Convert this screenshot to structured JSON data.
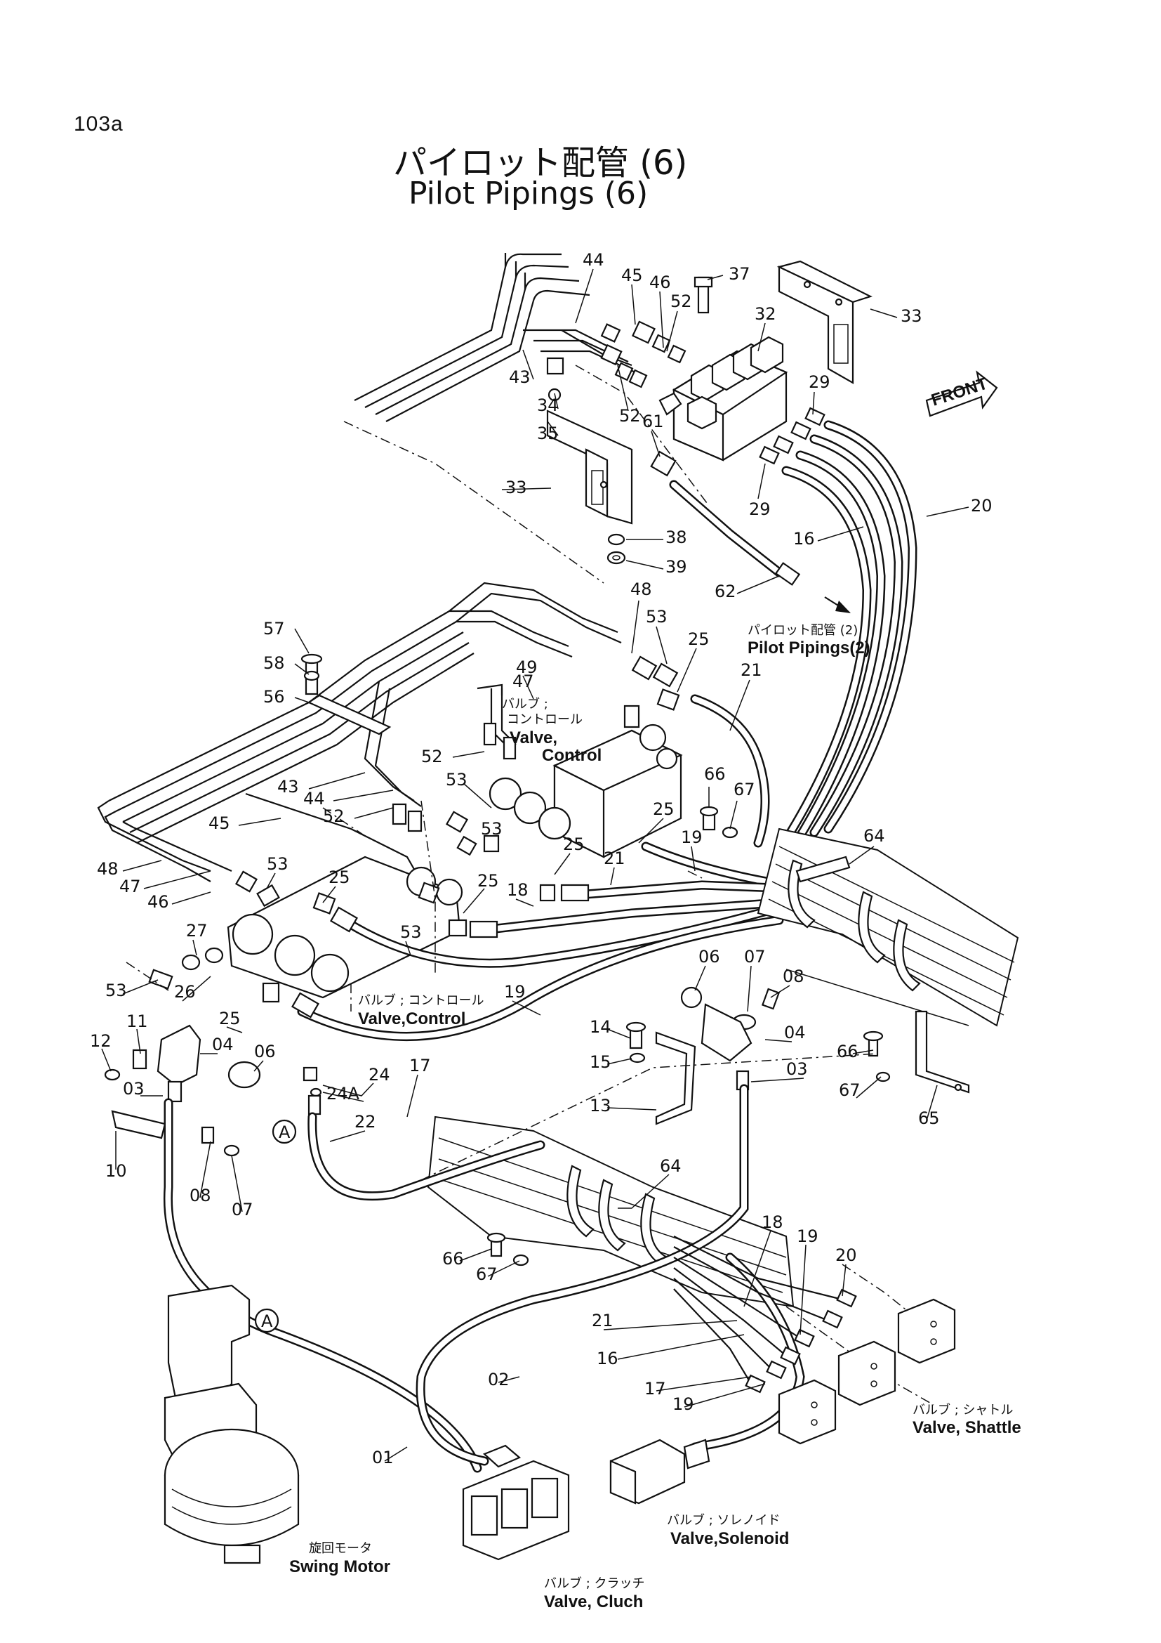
{
  "page_number": "103a",
  "title_jp": "パイロット配管 (6)",
  "title_en": "Pilot Pipings (6)",
  "front_label": "FRONT",
  "captions": {
    "pilot_ref_jp": "パイロット配管 (2)",
    "pilot_ref_en": "Pilot Pipings(2)",
    "control_top_jp1": "バルブ ;",
    "control_top_jp2": "コントロール",
    "control_top_en1": "Valve,",
    "control_top_en2": "Control",
    "control_low_jp": "バルブ ; コントロール",
    "control_low_en": "Valve,Control",
    "shuttle_jp": "バルブ ; シャトル",
    "shuttle_en": "Valve, Shattle",
    "solenoid_jp": "バルブ ; ソレノイド",
    "solenoid_en": "Valve,Solenoid",
    "clutch_jp": "バルブ ; クラッチ",
    "clutch_en": "Valve, Cluch",
    "swing_jp": "旋回モータ",
    "swing_en": "Swing Motor"
  },
  "markers": {
    "a1": "A",
    "a2": "A"
  },
  "callouts": {
    "c44a": "44",
    "c45a": "45",
    "c46a": "46",
    "c37": "37",
    "c52a": "52",
    "c32": "32",
    "c33a": "33",
    "c43a": "43",
    "c34": "34",
    "c35": "35",
    "c52b": "52",
    "c61": "61",
    "c29a": "29",
    "c33b": "33",
    "c29b": "29",
    "c20a": "20",
    "c16a": "16",
    "c38": "38",
    "c39": "39",
    "c62": "62",
    "c48a": "48",
    "c53a": "53",
    "c57": "57",
    "c25a": "25",
    "c58": "58",
    "c49": "49",
    "c47a": "47",
    "c21a": "21",
    "c56": "56",
    "c52c": "52",
    "c53b": "53",
    "c43b": "43",
    "c44b": "44",
    "c66a": "66",
    "c67a": "67",
    "c52d": "52",
    "c25b": "25",
    "c45b": "45",
    "c53c": "53",
    "c64a": "64",
    "c19a": "19",
    "c25c": "25",
    "c21b": "21",
    "c48b": "48",
    "c47b": "47",
    "c53d": "53",
    "c46b": "46",
    "c25d": "25",
    "c25e": "25",
    "c18a": "18",
    "c53e": "53",
    "c27": "27",
    "c06a": "06",
    "c07a": "07",
    "c08a": "08",
    "c53f": "53",
    "c26": "26",
    "c19b": "19",
    "c25f": "25",
    "c14": "14",
    "c04a": "04",
    "c11": "11",
    "c12": "12",
    "c04b": "04",
    "c06b": "06",
    "c15": "15",
    "c66b": "66",
    "c03a": "03",
    "c24": "24",
    "c17a": "17",
    "c03b": "03",
    "c67b": "67",
    "c24a": "24A",
    "c13": "13",
    "c65": "65",
    "c22": "22",
    "c10": "10",
    "c64b": "64",
    "c08b": "08",
    "c07b": "07",
    "c18b": "18",
    "c19c": "19",
    "c66c": "66",
    "c20b": "20",
    "c67c": "67",
    "c21c": "21",
    "c16b": "16",
    "c02": "02",
    "c17b": "17",
    "c19d": "19",
    "c01": "01"
  }
}
